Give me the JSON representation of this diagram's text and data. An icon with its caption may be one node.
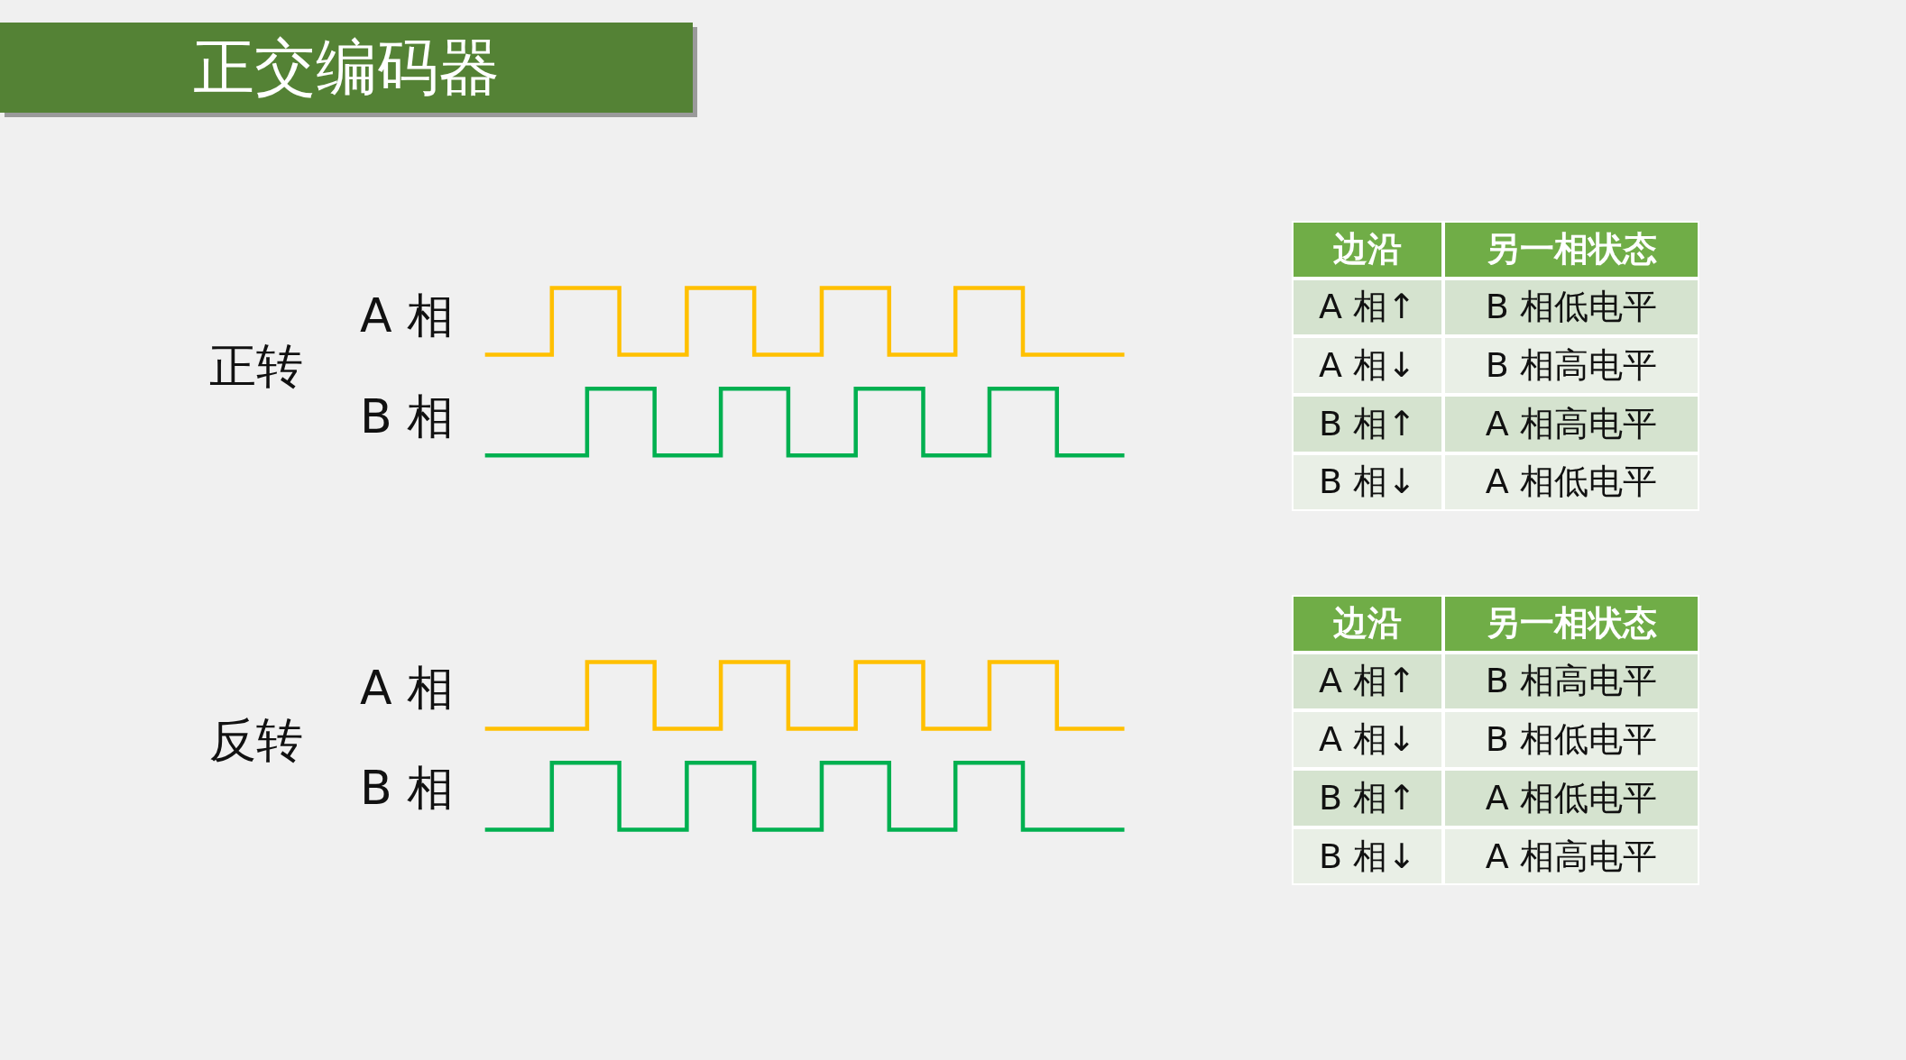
{
  "diagram": {
    "title": "正交编码器",
    "labels": [
      "正转",
      "A 相",
      "B 相",
      "边沿",
      "另一相状态",
      "A 相↑",
      "B 相低电平",
      "A 相↓",
      "B 相高电平",
      "B 相↑",
      "A 相高电平",
      "B 相↓",
      "A 相低电平",
      "反转",
      "A 相",
      "B 相",
      "边沿",
      "另一相状态",
      "A 相↑",
      "B 相高电平",
      "A 相↓",
      "B 相低电平",
      "B 相↑",
      "A 相低电平",
      "B 相↓",
      "A 相高电平"
    ]
  }
}
